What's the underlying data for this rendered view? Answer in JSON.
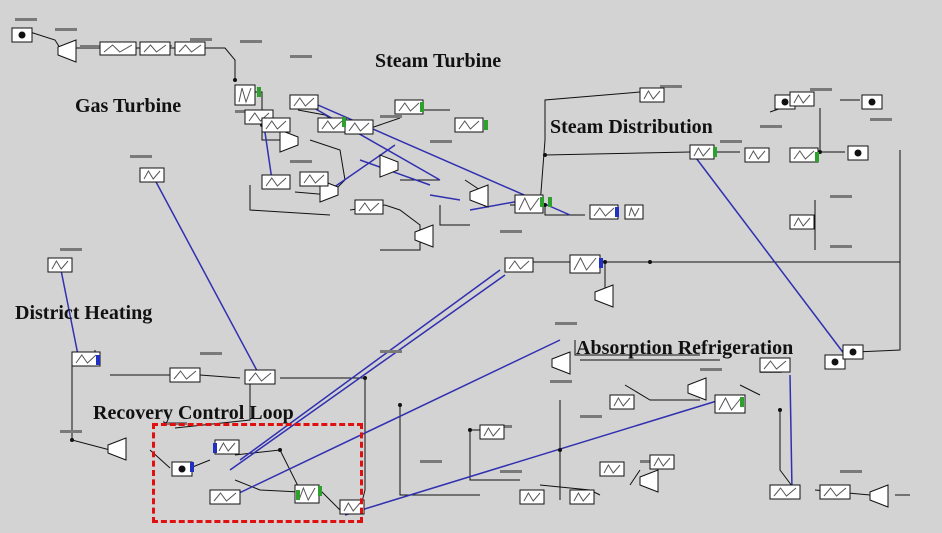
{
  "diagram": {
    "colors": {
      "background": "#d3d3d3",
      "wire": "#111111",
      "link": "#3030b0",
      "highlight": "#e01010",
      "block_fill": "#ffffff",
      "port_green": "#2ea02e",
      "port_blue": "#2030c0"
    },
    "regions": {
      "steam_turbine": "Steam Turbine",
      "gas_turbine": "Gas Turbine",
      "steam_distribution": "Steam Distribution",
      "district_heating": "District Heating",
      "absorption_refrigeration": "Absorption Refrigeration",
      "recovery_control_loop": "Recovery Control Loop"
    },
    "highlight": "dashed rectangle around Recovery Control Loop"
  }
}
